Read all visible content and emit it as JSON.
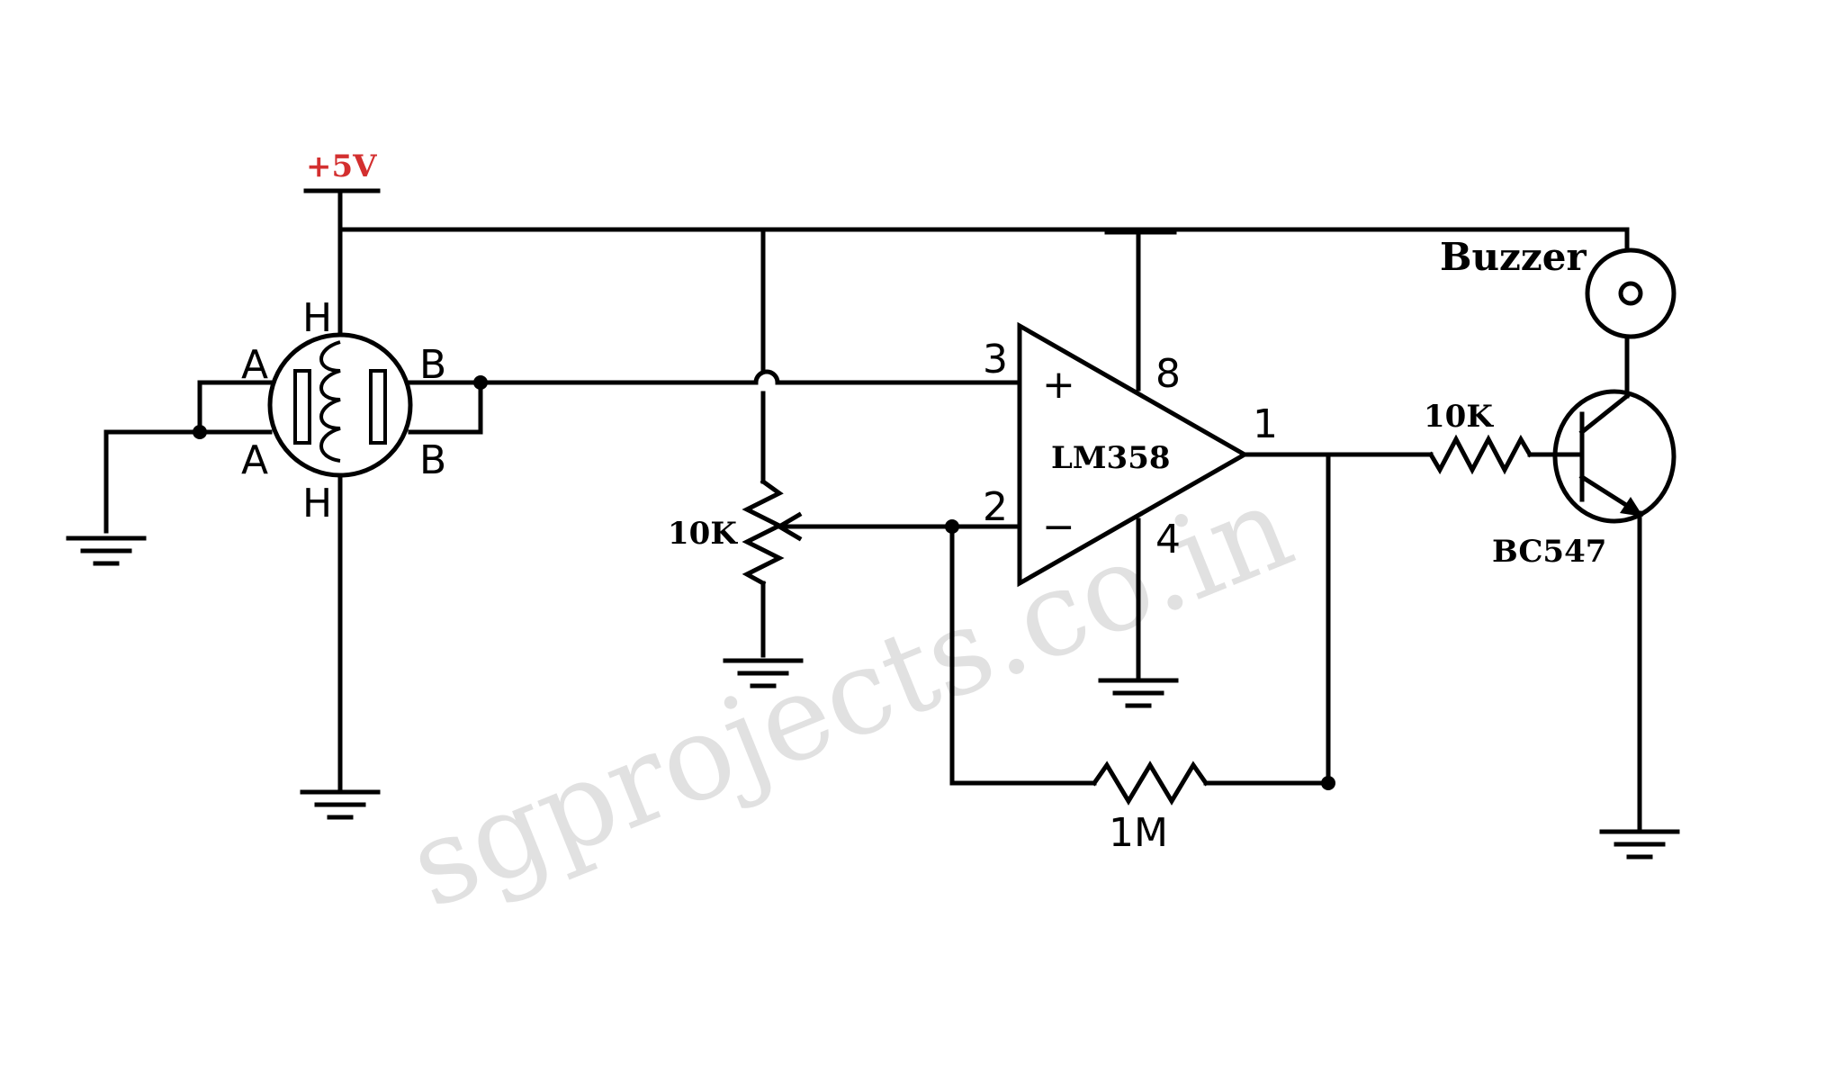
{
  "diagram": {
    "supply_label": "+5V",
    "supply_color": "#d32f2f",
    "sensor": {
      "pin_h_top": "H",
      "pin_h_bottom": "H",
      "pin_a_top": "A",
      "pin_a_bottom": "A",
      "pin_b_top": "B",
      "pin_b_bottom": "B"
    },
    "opamp": {
      "name": "LM358",
      "pin_noninv": "3",
      "pin_inv": "2",
      "pin_vcc": "8",
      "pin_gnd": "4",
      "pin_out": "1",
      "plus_sign": "+",
      "minus_sign": "−"
    },
    "pot_label": "10K",
    "feedback_resistor_label": "1M",
    "base_resistor_label": "10K",
    "transistor_label": "BC547",
    "buzzer_label": "Buzzer",
    "watermark": "sgprojects.co.in"
  }
}
